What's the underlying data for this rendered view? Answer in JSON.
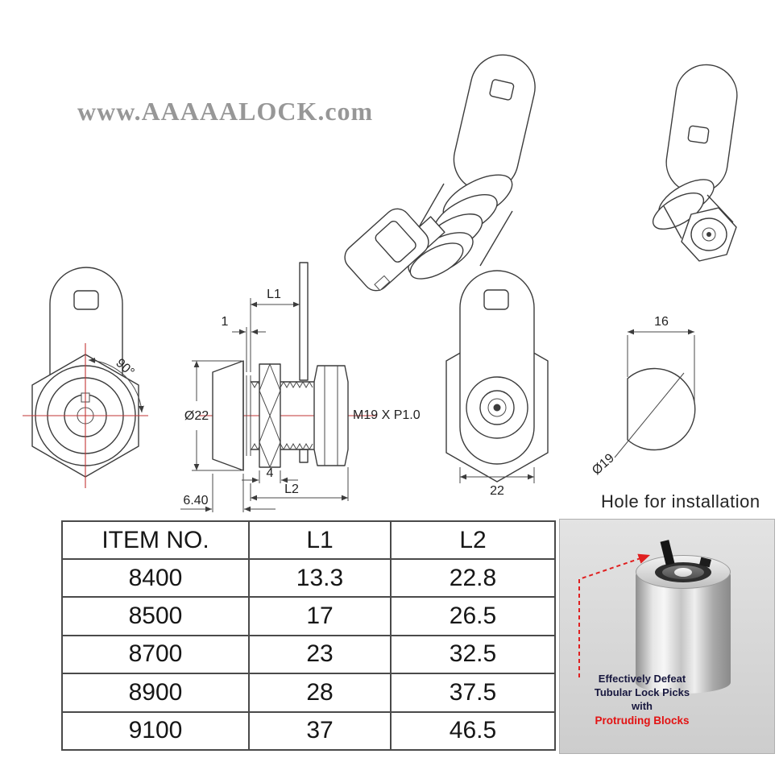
{
  "watermark": "www.AAAAALOCK.com",
  "drawings": {
    "front_view": {
      "rotation_angle": "90°"
    },
    "section_view": {
      "washer_thickness": "1",
      "length_l1": "L1",
      "head_diameter": "Ø22",
      "thread_spec": "M19 X P1.0",
      "cam_thickness": "4",
      "length_l2": "L2",
      "head_depth": "6.40"
    },
    "back_view": {
      "cam_width": "22"
    },
    "hole_view": {
      "flat_width": "16",
      "hole_diameter": "Ø19",
      "caption": "Hole for installation"
    }
  },
  "table": {
    "headers": [
      "ITEM NO.",
      "L1",
      "L2"
    ],
    "rows": [
      [
        "8400",
        "13.3",
        "22.8"
      ],
      [
        "8500",
        "17",
        "26.5"
      ],
      [
        "8700",
        "23",
        "32.5"
      ],
      [
        "8900",
        "28",
        "37.5"
      ],
      [
        "9100",
        "37",
        "46.5"
      ]
    ]
  },
  "photo": {
    "note_line1": "Effectively Defeat",
    "note_line2": "Tubular Lock Picks",
    "note_line3": "with",
    "note_highlight": "Protruding Blocks"
  }
}
